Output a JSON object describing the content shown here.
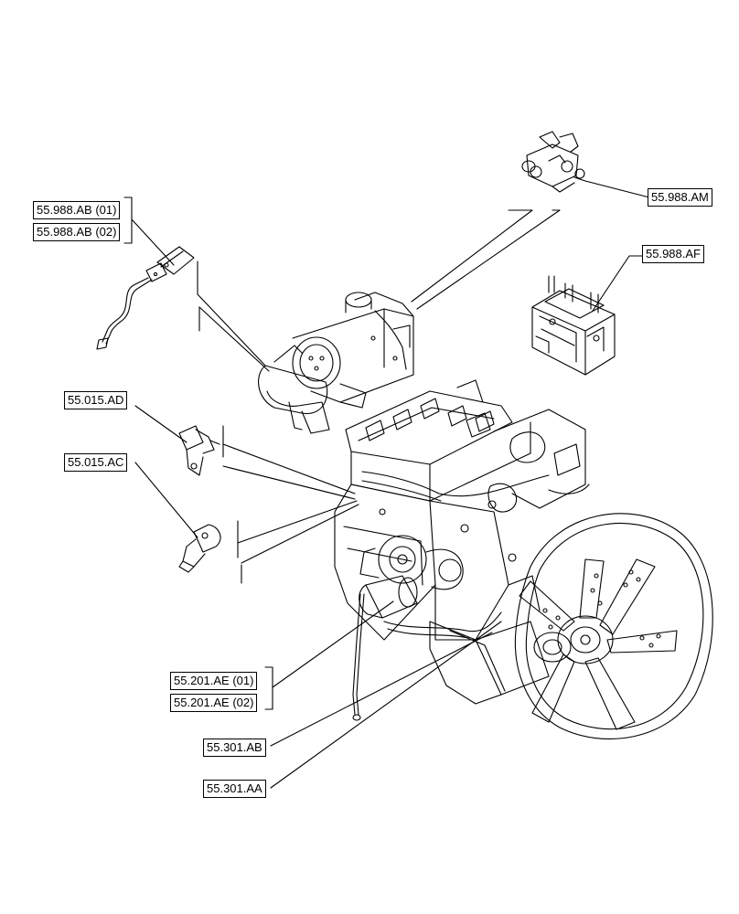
{
  "labels": {
    "ab01": "55.988.AB (01)",
    "ab02": "55.988.AB (02)",
    "am": "55.988.AM",
    "af": "55.988.AF",
    "ad": "55.015.AD",
    "ac": "55.015.AC",
    "ae01": "55.201.AE (01)",
    "ae02": "55.201.AE (02)",
    "ab301": "55.301.AB",
    "aa301": "55.301.AA"
  },
  "colors": {
    "line": "#000000",
    "fan_fill": "#ffffff"
  }
}
